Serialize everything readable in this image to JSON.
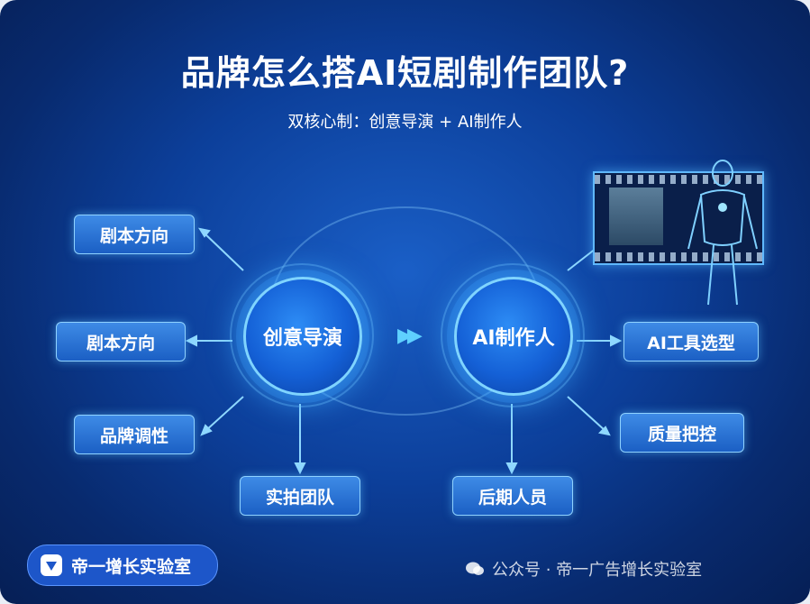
{
  "title": "品牌怎么搭AI短剧制作团队?",
  "subtitle": "双核心制：创意导演 + AI制作人",
  "core_left": "创意导演",
  "core_right": "AI制作人",
  "left_boxes": [
    "剧本方向",
    "剧本方向",
    "品牌调性"
  ],
  "bottom_left_box": "实拍团队",
  "bottom_right_box": "后期人员",
  "right_boxes": [
    "AI工具选型",
    "质量把控"
  ],
  "badge_label": "帝一增长实验室",
  "watermark": "公众号 · 帝一广告增长实验室",
  "colors": {
    "background": "#0c3f9a",
    "accent": "#7fd4ff",
    "box": "#2d74d8"
  },
  "icons": [
    "double-arrow-icon",
    "robot-figure-icon",
    "video-screen-icon",
    "lab-logo-icon",
    "wechat-icon"
  ]
}
